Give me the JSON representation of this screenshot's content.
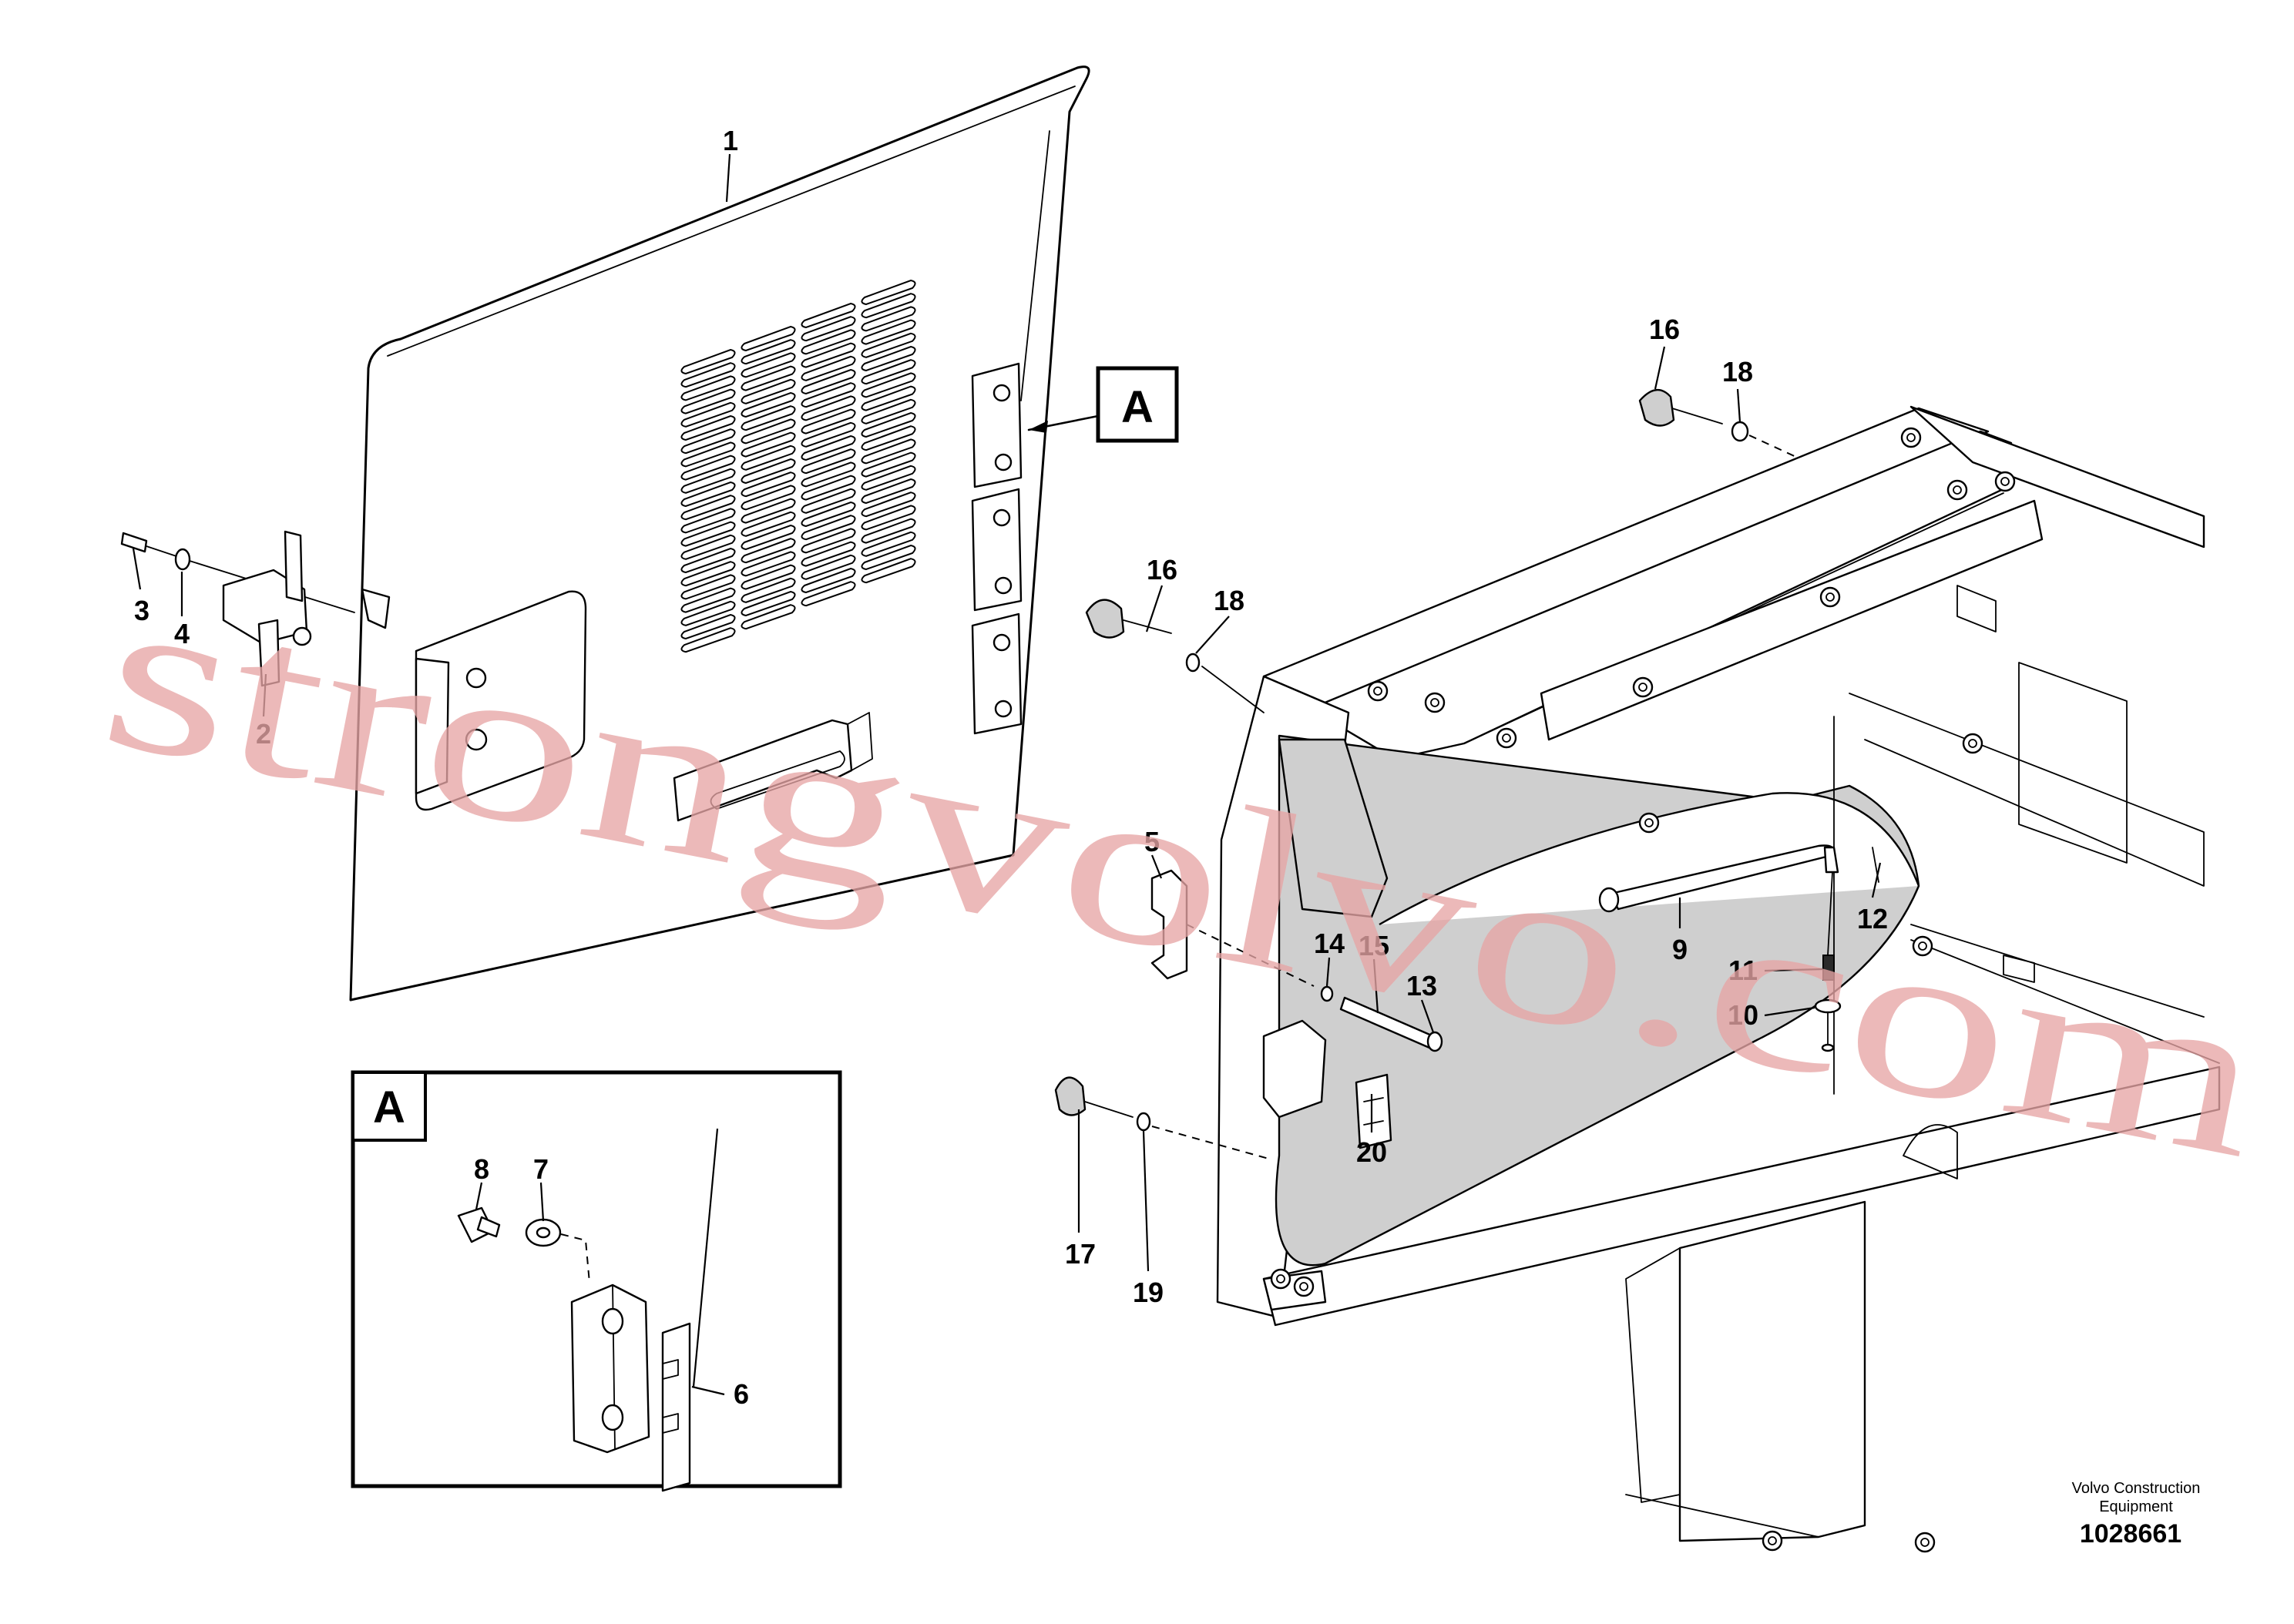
{
  "diagram": {
    "part_labels": [
      "1",
      "2",
      "3",
      "4",
      "5",
      "6",
      "7",
      "8",
      "9",
      "10",
      "11",
      "12",
      "13",
      "14",
      "15",
      "16",
      "16",
      "17",
      "18",
      "18",
      "19",
      "20"
    ],
    "detail_callout": "A",
    "detail_box_label": "A"
  },
  "watermark": "strongvolvo.com",
  "footer": {
    "company_line1": "Volvo Construction",
    "company_line2": "Equipment",
    "drawing_number": "1028661"
  }
}
